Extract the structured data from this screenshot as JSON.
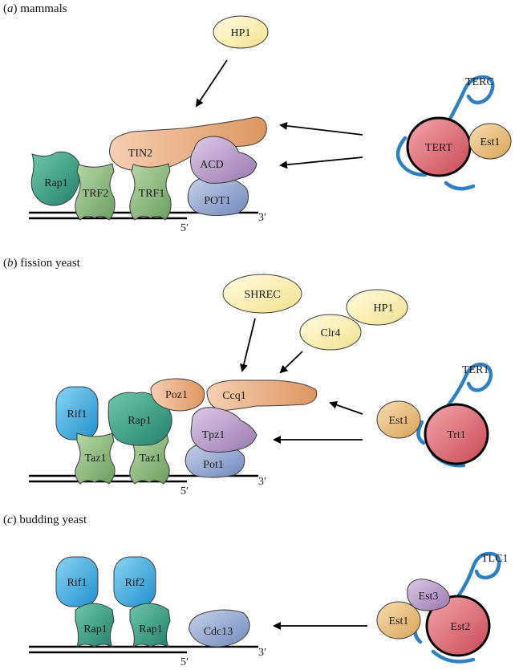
{
  "panels": {
    "a": {
      "letter": "a",
      "title": "mammals",
      "proteins": {
        "hp1": "HP1",
        "tin2": "TIN2",
        "rap1": "Rap1",
        "trf2": "TRF2",
        "trf1": "TRF1",
        "acd": "ACD",
        "pot1": "POT1",
        "tert": "TERT",
        "est1": "Est1",
        "rna": "TERC"
      },
      "five_prime": "5′",
      "three_prime": "3′"
    },
    "b": {
      "letter": "b",
      "title": "fission yeast",
      "proteins": {
        "shrec": "SHREC",
        "hp1": "HP1",
        "clr4": "Clr4",
        "rif1": "Rif1",
        "rap1": "Rap1",
        "poz1": "Poz1",
        "ccq1": "Ccq1",
        "taz1a": "Taz1",
        "taz1b": "Taz1",
        "tpz1": "Tpz1",
        "pot1": "Pot1",
        "est1": "Est1",
        "trt1": "Trt1",
        "rna": "TER1"
      },
      "five_prime": "5′",
      "three_prime": "3′"
    },
    "c": {
      "letter": "c",
      "title": "budding yeast",
      "proteins": {
        "rif1": "Rif1",
        "rif2": "Rif2",
        "rap1a": "Rap1",
        "rap1b": "Rap1",
        "cdc13": "Cdc13",
        "est1": "Est1",
        "est3": "Est3",
        "est2": "Est2",
        "rna": "TLC1"
      },
      "five_prime": "5′",
      "three_prime": "3′"
    }
  },
  "colors": {
    "yellow": "#f6ecaa",
    "orange": "#e6a26e",
    "teal": "#3aa58c",
    "green": "#8cbb78",
    "purple": "#b595c6",
    "blue": "#93a7cf",
    "cyan": "#40b3e6",
    "red": "#d9606a",
    "tan": "#ecc07e",
    "rna": "#2f7fc1"
  }
}
